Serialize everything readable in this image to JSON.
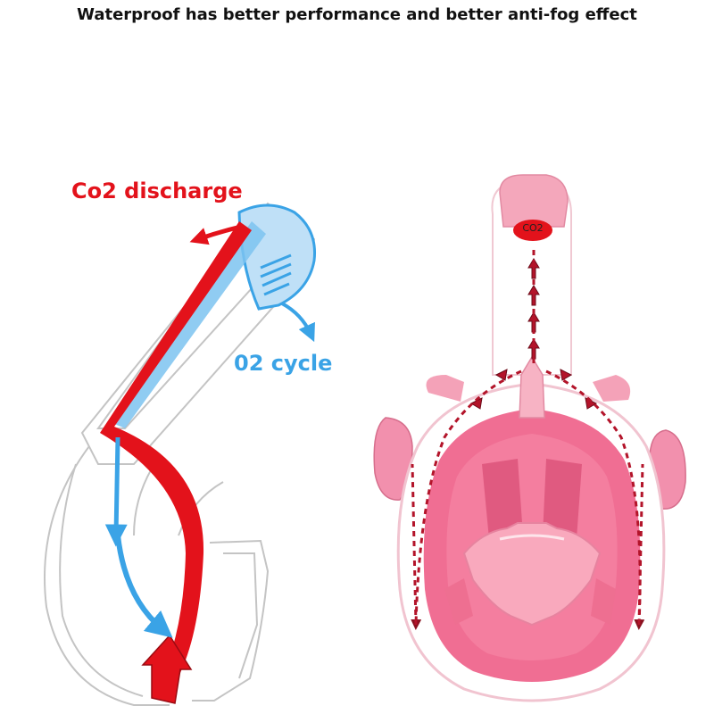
{
  "headline": "Waterproof has better performance and better anti-fog effect",
  "labels": {
    "co2_discharge": "Co2 discharge",
    "o2_cycle": "02 cycle",
    "co2_badge": "CO2"
  },
  "colors": {
    "co2": "#e3121b",
    "o2": "#3aa3e6",
    "mask_pink": "#ee6f91",
    "mask_light_pink": "#f7b3c4",
    "outline": "#b8b8b8"
  },
  "icons": {
    "flow_arrow": "chevron-up-arrow"
  }
}
